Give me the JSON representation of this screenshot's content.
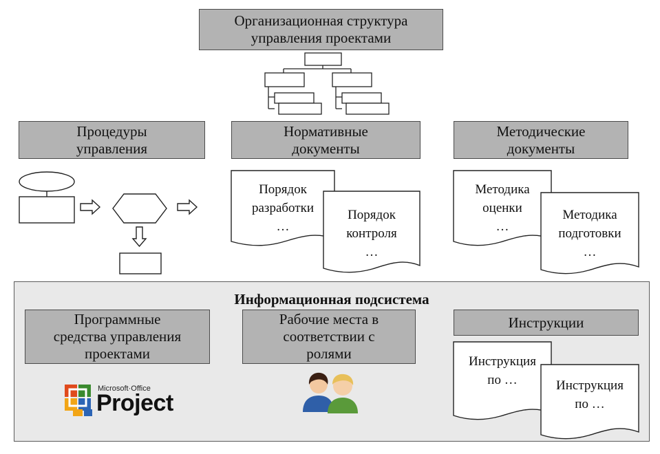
{
  "top": {
    "title": "Организационная структура\nуправления проектами"
  },
  "headers": {
    "procedures": "Процедуры\nуправления",
    "normative": "Нормативные\nдокументы",
    "methodic": "Методические\nдокументы"
  },
  "docs": {
    "dev_order": "Порядок\nразработки\n…",
    "control_order": "Порядок\nконтроля\n…",
    "assess_method": "Методика\nоценки\n…",
    "prep_method": "Методика\nподготовки\n…"
  },
  "info": {
    "title": "Информационная подсистема",
    "software": "Программные\nсредства управления\nпроектами",
    "workplaces": "Рабочие места в\nсоответствии с\nролями",
    "instructions": "Инструкции",
    "instr1": "Инструкция\nпо …",
    "instr2": "Инструкция\nпо …",
    "logo_small": "Microsoft·Office",
    "logo_big": "Project"
  },
  "icons": {
    "flowchart": "flowchart-icon",
    "org_chart": "org-chart-icon",
    "users": "users-icon",
    "project_logo": "ms-project-logo-icon"
  },
  "colors": {
    "header_fill": "#b3b3b3",
    "panel_fill": "#e9e9e9",
    "border": "#4a4a4a"
  }
}
